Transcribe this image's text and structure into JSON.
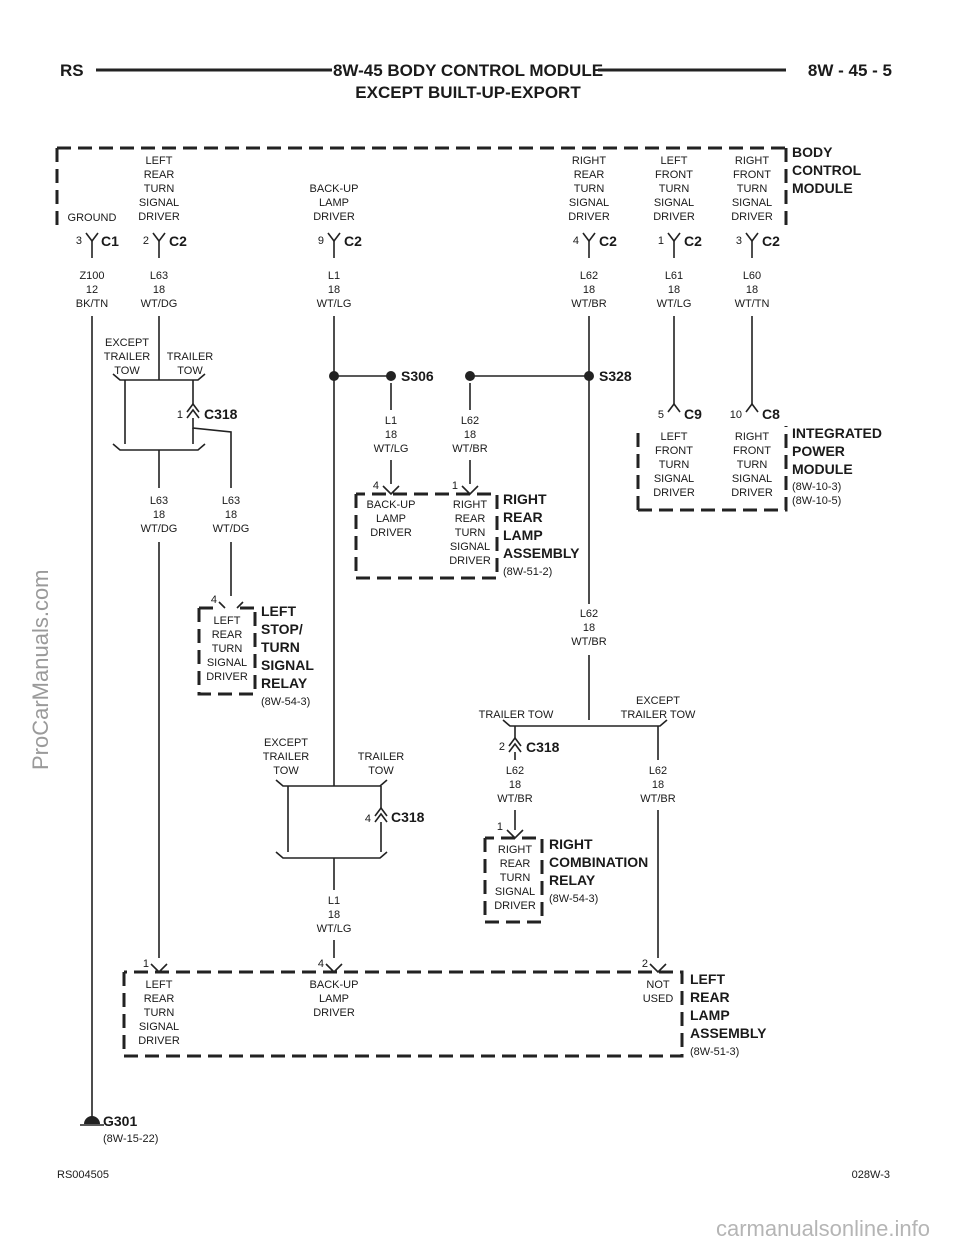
{
  "header": {
    "left_code": "RS",
    "title_line1": "8W-45 BODY CONTROL MODULE",
    "title_line2": "EXCEPT BUILT-UP-EXPORT",
    "page_number": "8W - 45 - 5"
  },
  "bcm": {
    "name": [
      "BODY",
      "CONTROL",
      "MODULE"
    ],
    "pins": [
      {
        "label": [
          "GROUND"
        ],
        "pin": "3",
        "connector": "C1",
        "wire": [
          "Z100",
          "12",
          "BK/TN"
        ]
      },
      {
        "label": [
          "LEFT",
          "REAR",
          "TURN",
          "SIGNAL",
          "DRIVER"
        ],
        "pin": "2",
        "connector": "C2",
        "wire": [
          "L63",
          "18",
          "WT/DG"
        ]
      },
      {
        "label": [
          "BACK-UP",
          "LAMP",
          "DRIVER"
        ],
        "pin": "9",
        "connector": "C2",
        "wire": [
          "L1",
          "18",
          "WT/LG"
        ]
      },
      {
        "label": [
          "RIGHT",
          "REAR",
          "TURN",
          "SIGNAL",
          "DRIVER"
        ],
        "pin": "4",
        "connector": "C2",
        "wire": [
          "L62",
          "18",
          "WT/BR"
        ]
      },
      {
        "label": [
          "LEFT",
          "FRONT",
          "TURN",
          "SIGNAL",
          "DRIVER"
        ],
        "pin": "1",
        "connector": "C2",
        "wire": [
          "L61",
          "18",
          "WT/LG"
        ]
      },
      {
        "label": [
          "RIGHT",
          "FRONT",
          "TURN",
          "SIGNAL",
          "DRIVER"
        ],
        "pin": "3",
        "connector": "C2",
        "wire": [
          "L60",
          "18",
          "WT/TN"
        ]
      }
    ]
  },
  "splices": {
    "s306": "S306",
    "s328": "S328"
  },
  "c318": "C318",
  "c9": {
    "pin": "5",
    "name": "C9"
  },
  "c8": {
    "pin": "10",
    "name": "C8"
  },
  "switch_labels": {
    "except": [
      "EXCEPT",
      "TRAILER",
      "TOW"
    ],
    "trailer": [
      "TRAILER",
      "TOW"
    ],
    "trailer_one": "TRAILER TOW",
    "except_two": [
      "EXCEPT",
      "TRAILER TOW"
    ]
  },
  "wires": {
    "l1": [
      "L1",
      "18",
      "WT/LG"
    ],
    "l62": [
      "L62",
      "18",
      "WT/BR"
    ],
    "l63": [
      "L63",
      "18",
      "WT/DG"
    ]
  },
  "ipm": {
    "name": [
      "INTEGRATED",
      "POWER",
      "MODULE"
    ],
    "refs": [
      "(8W-10-3)",
      "(8W-10-5)"
    ],
    "left_label": [
      "LEFT",
      "FRONT",
      "TURN",
      "SIGNAL",
      "DRIVER"
    ],
    "right_label": [
      "RIGHT",
      "FRONT",
      "TURN",
      "SIGNAL",
      "DRIVER"
    ]
  },
  "rrla": {
    "name": [
      "RIGHT",
      "REAR",
      "LAMP",
      "ASSEMBLY"
    ],
    "ref": "(8W-51-2)",
    "pin_left": "4",
    "pin_right": "1",
    "left_label": [
      "BACK-UP",
      "LAMP",
      "DRIVER"
    ],
    "right_label": [
      "RIGHT",
      "REAR",
      "TURN",
      "SIGNAL",
      "DRIVER"
    ]
  },
  "lsr": {
    "name": [
      "LEFT",
      "STOP/",
      "TURN",
      "SIGNAL",
      "RELAY"
    ],
    "ref": "(8W-54-3)",
    "pin": "4",
    "label": [
      "LEFT",
      "REAR",
      "TURN",
      "SIGNAL",
      "DRIVER"
    ]
  },
  "rcr": {
    "name": [
      "RIGHT",
      "COMBINATION",
      "RELAY"
    ],
    "ref": "(8W-54-3)",
    "pin": "1",
    "label": [
      "RIGHT",
      "REAR",
      "TURN",
      "SIGNAL",
      "DRIVER"
    ]
  },
  "c318_pins": {
    "left": "1",
    "mid": "4",
    "right": "2"
  },
  "lrla": {
    "name": [
      "LEFT",
      "REAR",
      "LAMP",
      "ASSEMBLY"
    ],
    "ref": "(8W-51-3)",
    "pins": [
      {
        "pin": "1",
        "label": [
          "LEFT",
          "REAR",
          "TURN",
          "SIGNAL",
          "DRIVER"
        ]
      },
      {
        "pin": "4",
        "label": [
          "BACK-UP",
          "LAMP",
          "DRIVER"
        ]
      },
      {
        "pin": "2",
        "label": [
          "NOT",
          "USED"
        ]
      }
    ]
  },
  "ground": {
    "name": "G301",
    "ref": "(8W-15-22)"
  },
  "footer": {
    "left": "RS004505",
    "right": "028W-3"
  },
  "watermarks": {
    "side": "ProCarManuals.com",
    "bottom": "carmanualsonline.info"
  }
}
